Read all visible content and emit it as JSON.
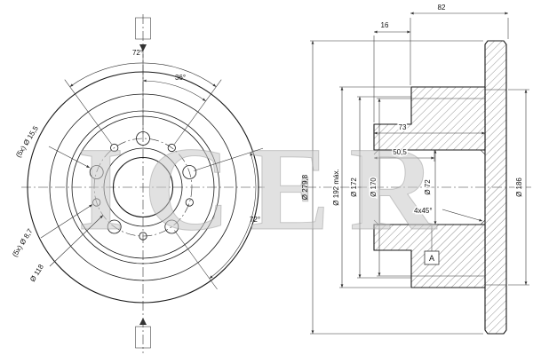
{
  "drawing": {
    "watermark": "ICER"
  },
  "front_view": {
    "angle_small_holes": "72°",
    "angle_adjacent_holes": "36°",
    "angle_bolt_holes": "72°",
    "bolt_holes": "(5x) Ø 15,5",
    "vent_holes": "(5x) Ø 8,7",
    "pitch_circle_dia": "Ø 118"
  },
  "section_view": {
    "overall_width": "82",
    "hub_offset": "16",
    "depth_a": "73",
    "depth_b": "50,5",
    "outer_dia": "Ø 279,8",
    "max_dia": "Ø 192 máx.",
    "dia_172": "Ø 172",
    "dia_170": "Ø 170",
    "centre_bore_dia": "Ø 72",
    "dia_186": "Ø 186",
    "chamfer": "4x45°",
    "datum": "A"
  },
  "colors": {
    "line": "#1a1a1a",
    "watermark": "#c9c9c9"
  }
}
